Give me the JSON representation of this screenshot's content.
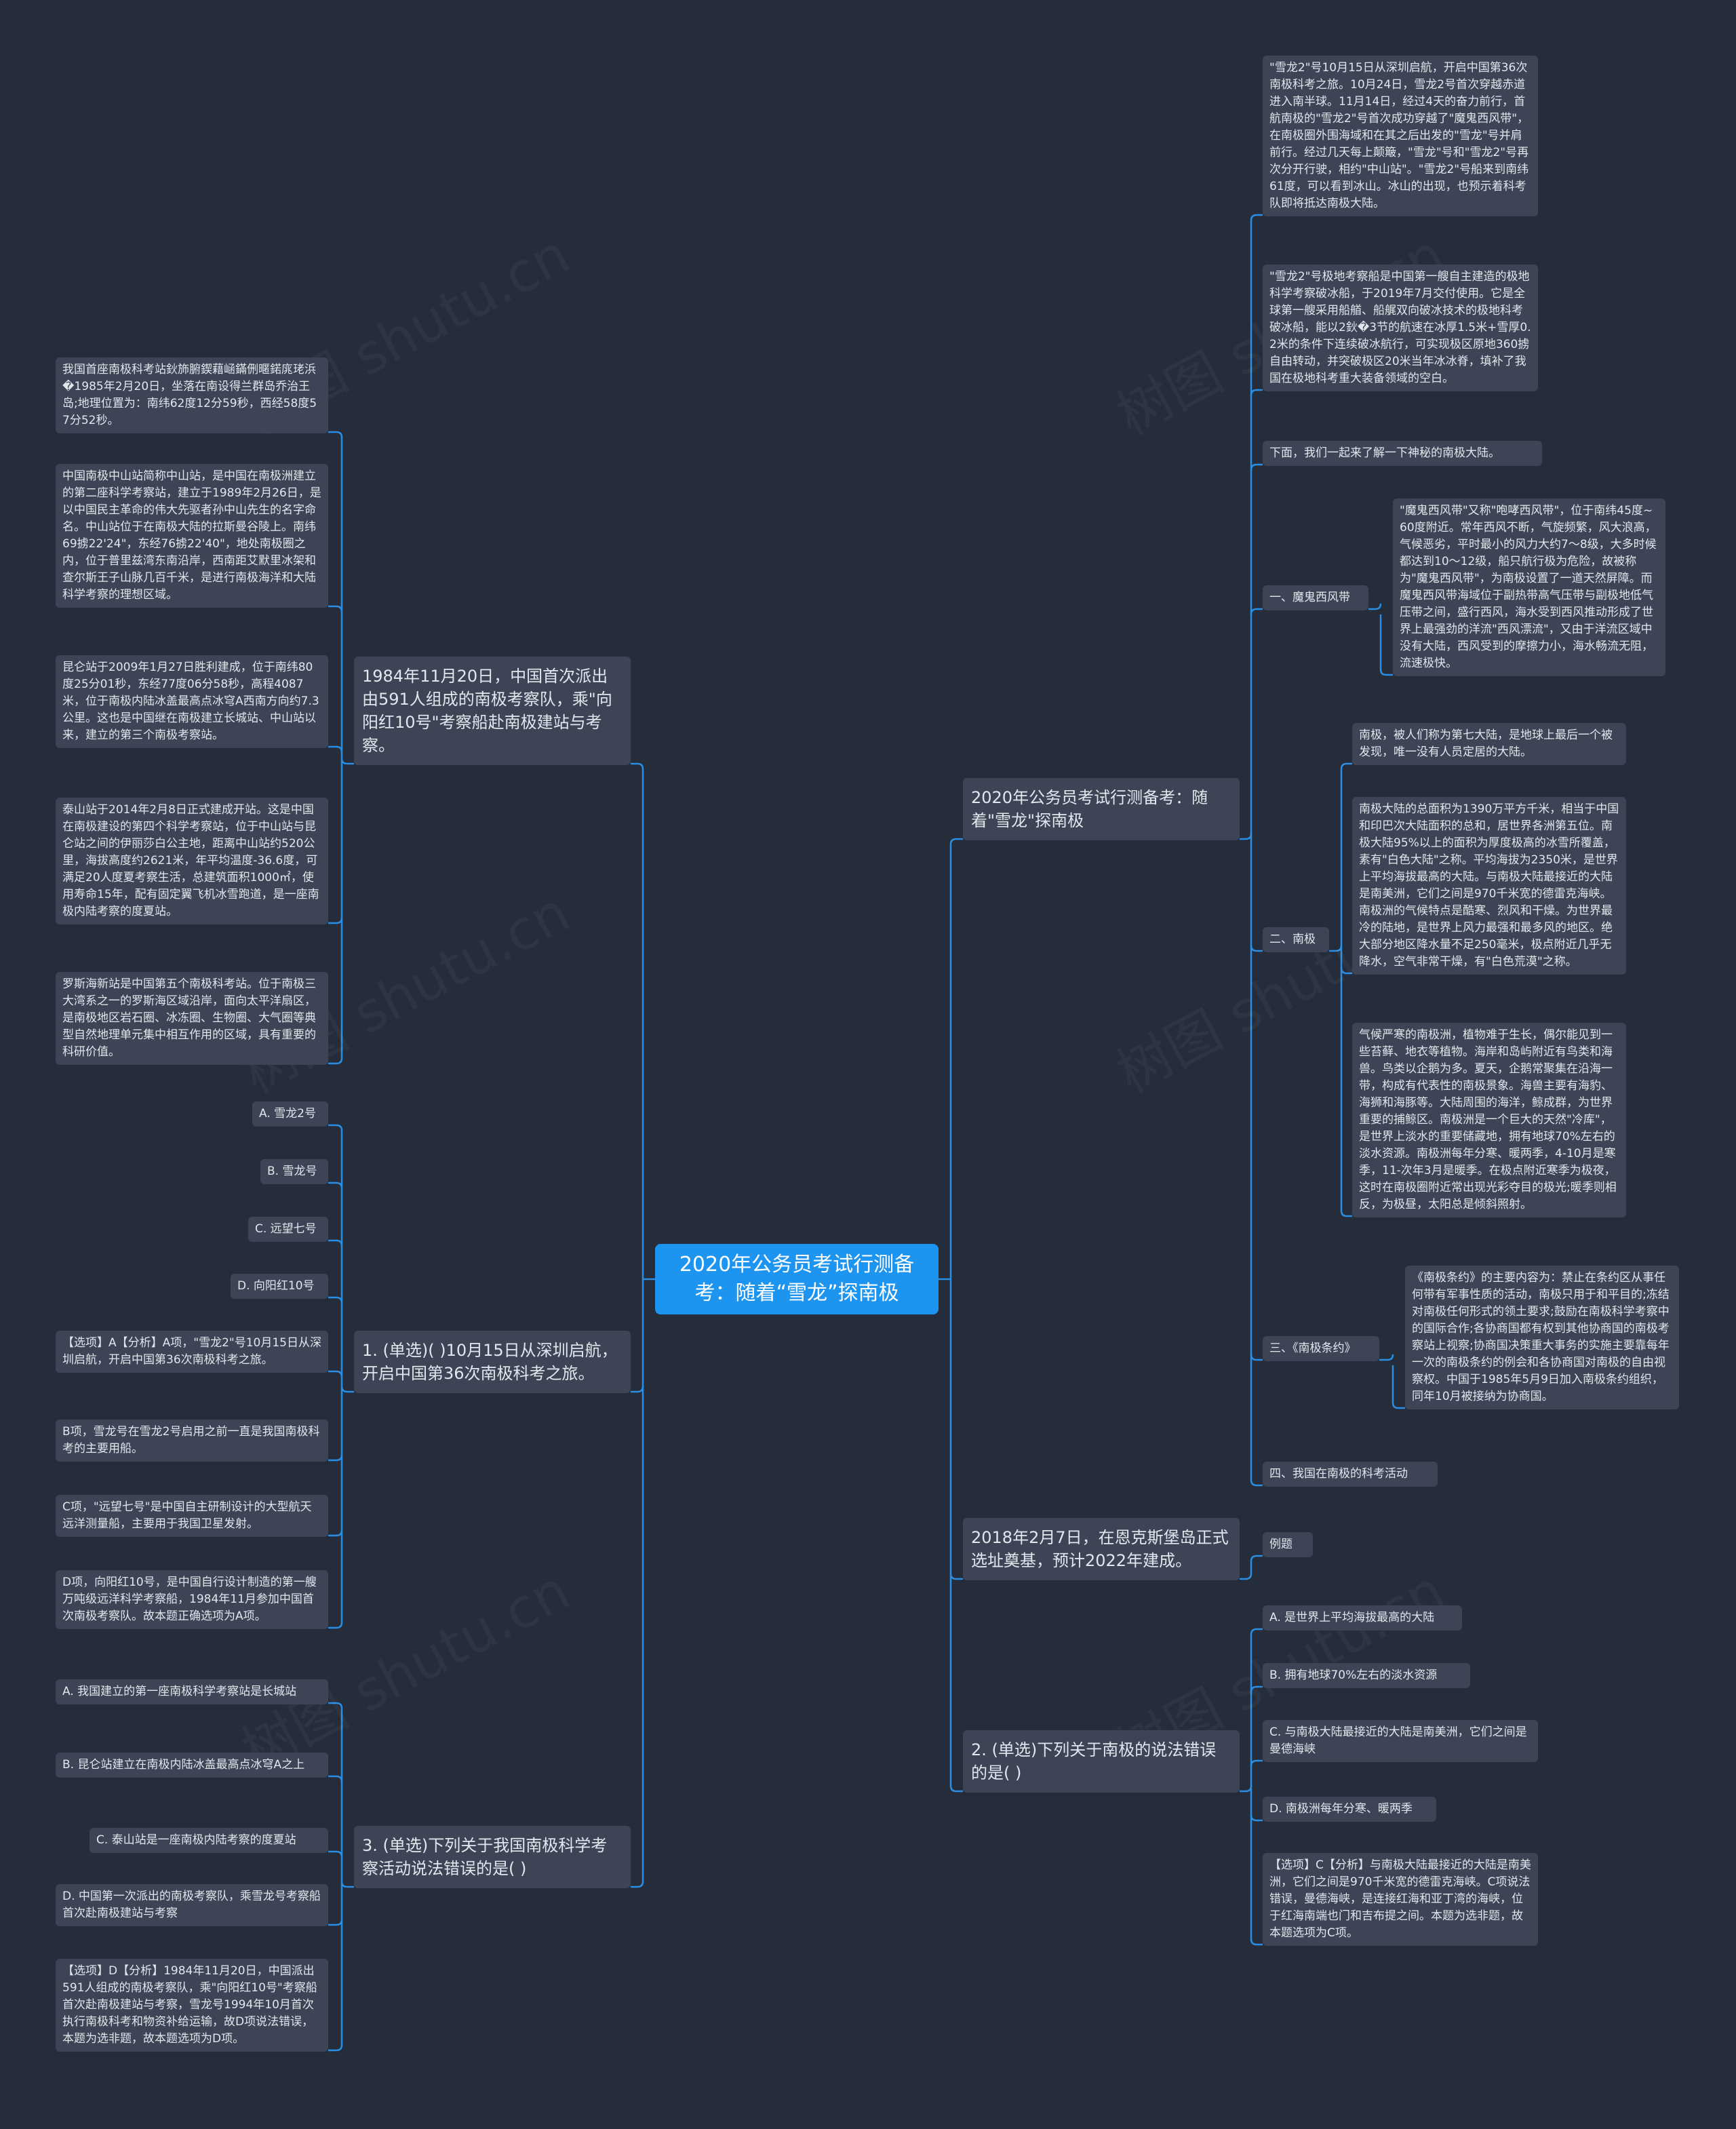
{
  "colors": {
    "background": "#252c3a",
    "node": "#3c4455",
    "root": "#1d95f0",
    "line": "#2a8fe3",
    "text": "#e3e6ec"
  },
  "root": "2020年公务员考试行测备考：随着“雪龙”探南极",
  "branches": {
    "b1": {
      "title": "1984年11月20日，中国首次派出由591人组成的南极考察队，乘\"向阳红10号\"考察船赴南极建站与考察。",
      "items": [
        "我国首座南极科考站鈥斾腑鍥藉崡鏋侀暱鍩庣珯浜�1985年2月20日，坐落在南设得兰群岛乔治王岛;地理位置为：南纬62度12分59秒，西经58度57分52秒。",
        "中国南极中山站简称中山站，是中国在南极洲建立的第二座科学考察站，建立于1989年2月26日，是以中国民主革命的伟大先驱者孙中山先生的名字命名。中山站位于在南极大陆的拉斯曼谷陵上。南纬69掳22'24\"，东经76掳22'40\"，地处南极圈之内，位于普里兹湾东南沿岸，西南距艾默里冰架和查尔斯王子山脉几百千米，是进行南极海洋和大陆科学考察的理想区域。",
        "昆仑站于2009年1月27日胜利建成，位于南纬80度25分01秒，东经77度06分58秒，高程4087米，位于南极内陆冰盖最高点冰穹A西南方向约7.3公里。这也是中国继在南极建立长城站、中山站以来，建立的第三个南极考察站。",
        "泰山站于2014年2月8日正式建成开站。这是中国在南极建设的第四个科学考察站，位于中山站与昆仑站之间的伊丽莎白公主地，距离中山站约520公里，海拔高度约2621米，年平均温度-36.6度，可满足20人度夏考察生活，总建筑面积1000㎡，使用寿命15年，配有固定翼飞机冰雪跑道，是一座南极内陆考察的度夏站。",
        "罗斯海新站是中国第五个南极科考站。位于南极三大湾系之一的罗斯海区域沿岸，面向太平洋扇区，是南极地区岩石圈、冰冻圈、生物圈、大气圈等典型自然地理单元集中相互作用的区域，具有重要的科研价值。"
      ]
    },
    "b2": {
      "title": "1. (单选)( )10月15日从深圳启航，开启中国第36次南极科考之旅。",
      "items": [
        "A. 雪龙2号",
        "B. 雪龙号",
        "C. 远望七号",
        "D. 向阳红10号",
        "【选项】A【分析】A项，\"雪龙2\"号10月15日从深圳启航，开启中国第36次南极科考之旅。",
        "B项，雪龙号在雪龙2号启用之前一直是我国南极科考的主要用船。",
        "C项，\"远望七号\"是中国自主研制设计的大型航天远洋测量船，主要用于我国卫星发射。",
        "D项，向阳红10号，是中国自行设计制造的第一艘万吨级远洋科学考察船，1984年11月参加中国首次南极考察队。故本题正确选项为A项。"
      ]
    },
    "b3": {
      "title": "3. (单选)下列关于我国南极科学考察活动说法错误的是( )",
      "items": [
        "A. 我国建立的第一座南极科学考察站是长城站",
        "B. 昆仑站建立在南极内陆冰盖最高点冰穹A之上",
        "C. 泰山站是一座南极内陆考察的度夏站",
        "D. 中国第一次派出的南极考察队，乘雪龙号考察船首次赴南极建站与考察",
        "【选项】D【分析】1984年11月20日，中国派出591人组成的南极考察队，乘\"向阳红10号\"考察船首次赴南极建站与考察，雪龙号1994年10月首次执行南极科考和物资补给运输，故D项说法错误，本题为选非题，故本题选项为D项。"
      ]
    },
    "b4": {
      "title": "2020年公务员考试行测备考：随着\"雪龙\"探南极",
      "items": [
        "\"雪龙2\"号10月15日从深圳启航，开启中国第36次南极科考之旅。10月24日，雪龙2号首次穿越赤道进入南半球。11月14日，经过4天的奋力前行，首航南极的\"雪龙2\"号首次成功穿越了\"魔鬼西风带\"，在南极圈外围海域和在其之后出发的\"雪龙\"号并肩前行。经过几天每上颠簸，\"雪龙\"号和\"雪龙2\"号再次分开行驶，相约\"中山站\"。\"雪龙2\"号船来到南纬61度，可以看到冰山。冰山的出现，也预示着科考队即将抵达南极大陆。",
        "\"雪龙2\"号极地考察船是中国第一艘自主建造的极地科学考察破冰船，于2019年7月交付使用。它是全球第一艘采用船艏、船艉双向破冰技术的极地科考破冰船，能以2鈥�3节的航速在冰厚1.5米+雪厚0.2米的条件下连续破冰航行，可实现极区原地360掳自由转动，并突破极区20米当年冰冰脊，填补了我国在极地科考重大装备领域的空白。",
        "下面，我们一起来了解一下神秘的南极大陆。"
      ],
      "sub": [
        {
          "label": "一、魔鬼西风带",
          "items": [
            "\"魔鬼西风带\"又称\"咆哮西风带\"，位于南纬45度~60度附近。常年西风不断，气旋频繁，风大浪高，气候恶劣，平时最小的风力大约7～8级，大多时候都达到10～12级，船只航行极为危险，故被称为\"魔鬼西风带\"，为南极设置了一道天然屏障。而魔鬼西风带海域位于副热带高气压带与副极地低气压带之间，盛行西风，海水受到西风推动形成了世界上最强劲的洋流\"西风漂流\"，又由于洋流区域中没有大陆，西风受到的摩擦力小，海水畅流无阻，流速极快。"
          ]
        },
        {
          "label": "二、南极",
          "items": [
            "南极，被人们称为第七大陆，是地球上最后一个被发现，唯一没有人员定居的大陆。",
            "南极大陆的总面积为1390万平方千米，相当于中国和印巴次大陆面积的总和，居世界各洲第五位。南极大陆95%以上的面积为厚度极高的冰雪所覆盖，素有\"白色大陆\"之称。平均海拔为2350米，是世界上平均海拔最高的大陆。与南极大陆最接近的大陆是南美洲，它们之间是970千米宽的德雷克海峡。南极洲的气候特点是酷寒、烈风和干燥。为世界最冷的陆地，是世界上风力最强和最多风的地区。绝大部分地区降水量不足250毫米，极点附近几乎无降水，空气非常干燥，有\"白色荒漠\"之称。",
            "气候严寒的南极洲，植物难于生长，偶尔能见到一些苔藓、地衣等植物。海岸和岛屿附近有鸟类和海兽。鸟类以企鹅为多。夏天，企鹅常聚集在沿海一带，构成有代表性的南极景象。海兽主要有海豹、海狮和海豚等。大陆周围的海洋，鲸成群，为世界重要的捕鲸区。南极洲是一个巨大的天然\"冷库\"，是世界上淡水的重要储藏地，拥有地球70%左右的淡水资源。南极洲每年分寒、暖两季，4-10月是寒季，11-次年3月是暖季。在极点附近寒季为极夜，这时在南极圈附近常出现光彩夺目的极光;暖季则相反，为极昼，太阳总是倾斜照射。"
          ]
        },
        {
          "label": "三、《南极条约》",
          "items": [
            "《南极条约》的主要内容为：禁止在条约区从事任何带有军事性质的活动，南极只用于和平目的;冻结对南极任何形式的领土要求;鼓励在南极科学考察中的国际合作;各协商国都有权到其他协商国的南极考察站上视察;协商国决策重大事务的实施主要靠每年一次的南极条约的例会和各协商国对南极的自由视察权。中国于1985年5月9日加入南极条约组织，同年10月被接纳为协商国。"
          ]
        },
        {
          "label": "四、我国在南极的科考活动",
          "items": []
        }
      ]
    },
    "b5": {
      "title": "2018年2月7日，在恩克斯堡岛正式选址奠基，预计2022年建成。",
      "items": [
        "例题"
      ]
    },
    "b6": {
      "title": "2. (单选)下列关于南极的说法错误的是( )",
      "items": [
        "A. 是世界上平均海拔最高的大陆",
        "B. 拥有地球70%左右的淡水资源",
        "C. 与南极大陆最接近的大陆是南美洲，它们之间是曼德海峡",
        "D. 南极洲每年分寒、暖两季",
        "【选项】C【分析】与南极大陆最接近的大陆是南美洲，它们之间是970千米宽的德雷克海峡。C项说法错误，曼德海峡，是连接红海和亚丁湾的海峡，位于红海南端也门和吉布提之间。本题为选非题，故本题选项为C项。"
      ]
    }
  },
  "watermark": "树图 shutu.cn"
}
